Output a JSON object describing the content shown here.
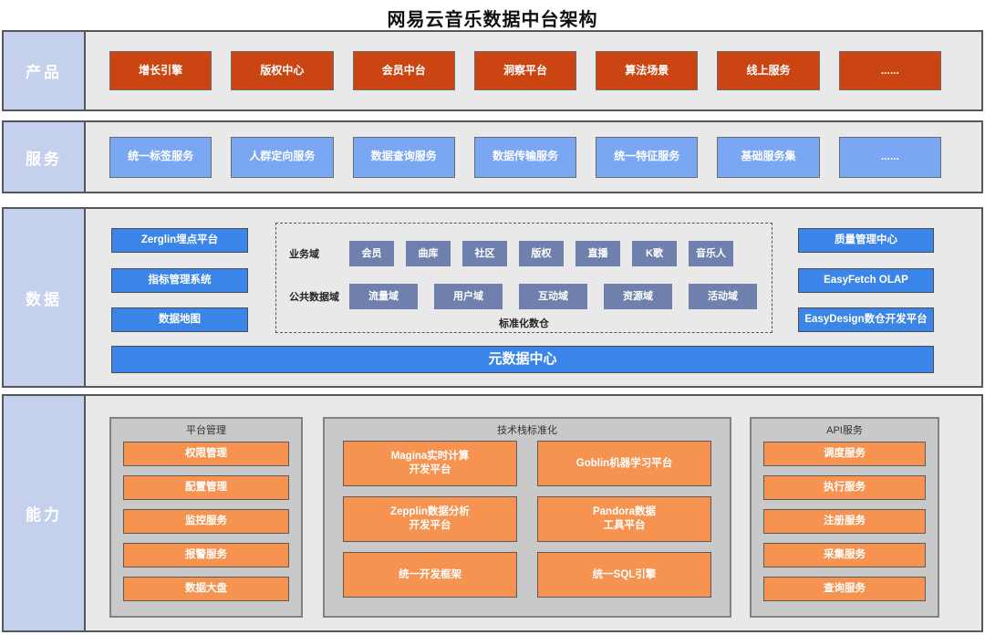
{
  "title": "网易云音乐数据中台架构",
  "colors": {
    "product_box": "#cb4512",
    "service_box": "#7aa7f3",
    "data_box": "#3c85e8",
    "domain_box": "#6e80ab",
    "capability_box": "#f69350",
    "band_label_bg": "#c5d0ed",
    "band_bg": "#e9e9e9",
    "panel_bg": "#c9c9c9"
  },
  "bands": {
    "product": {
      "label": "产品",
      "items": [
        "增长引擎",
        "版权中心",
        "会员中台",
        "洞察平台",
        "算法场景",
        "线上服务",
        "......"
      ]
    },
    "service": {
      "label": "服务",
      "items": [
        "统一标签服务",
        "人群定向服务",
        "数据查询服务",
        "数据传输服务",
        "统一特征服务",
        "基础服务集",
        "......"
      ]
    },
    "data": {
      "label": "数据",
      "left_items": [
        "Zerglin埋点平台",
        "指标管理系统",
        "数据地图"
      ],
      "warehouse": {
        "business_label": "业务域",
        "business_domains": [
          "会员",
          "曲库",
          "社区",
          "版权",
          "直播",
          "K歌",
          "音乐人"
        ],
        "public_label": "公共数据域",
        "public_domains": [
          "流量域",
          "用户域",
          "互动域",
          "资源域",
          "活动域"
        ],
        "caption": "标准化数仓"
      },
      "right_items": [
        "质量管理中心",
        "EasyFetch OLAP",
        "EasyDesign数仓开发平台"
      ],
      "metadata_bar": "元数据中心"
    },
    "capability": {
      "label": "能力",
      "panels": [
        {
          "title": "平台管理",
          "items": [
            "权限管理",
            "配置管理",
            "监控服务",
            "报警服务",
            "数据大盘"
          ]
        },
        {
          "title": "技术栈标准化",
          "items": [
            "Magina实时计算\n开发平台",
            "Goblin机器学习平台",
            "Zepplin数据分析\n开发平台",
            "Pandora数据\n工具平台",
            "统一开发框架",
            "统一SQL引擎"
          ]
        },
        {
          "title": "API服务",
          "items": [
            "调度服务",
            "执行服务",
            "注册服务",
            "采集服务",
            "查询服务"
          ]
        }
      ]
    }
  }
}
